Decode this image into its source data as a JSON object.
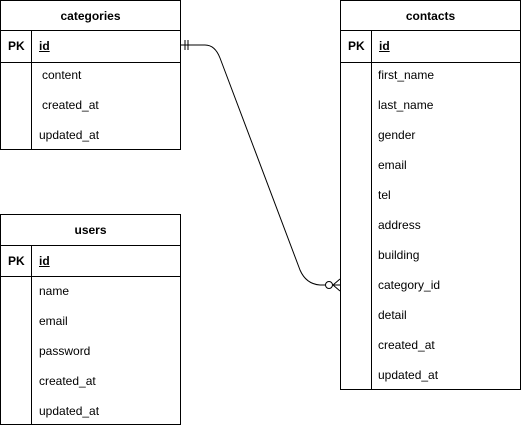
{
  "entities": {
    "categories": {
      "title": "categories",
      "pk_label": "PK",
      "pk_field": "id",
      "fields": [
        "content",
        "created_at",
        "updated_at"
      ]
    },
    "users": {
      "title": "users",
      "pk_label": "PK",
      "pk_field": "id",
      "fields": [
        "name",
        "email",
        "password",
        "created_at",
        "updated_at"
      ]
    },
    "contacts": {
      "title": "contacts",
      "pk_label": "PK",
      "pk_field": "id",
      "fields": [
        "first_name",
        "last_name",
        "gender",
        "email",
        "tel",
        "address",
        "building",
        "category_id",
        "detail",
        "created_at",
        "updated_at"
      ]
    }
  },
  "relationships": [
    {
      "from": "categories.id",
      "to": "contacts.category_id",
      "from_cardinality": "one-and-only-one",
      "to_cardinality": "zero-or-many"
    }
  ]
}
